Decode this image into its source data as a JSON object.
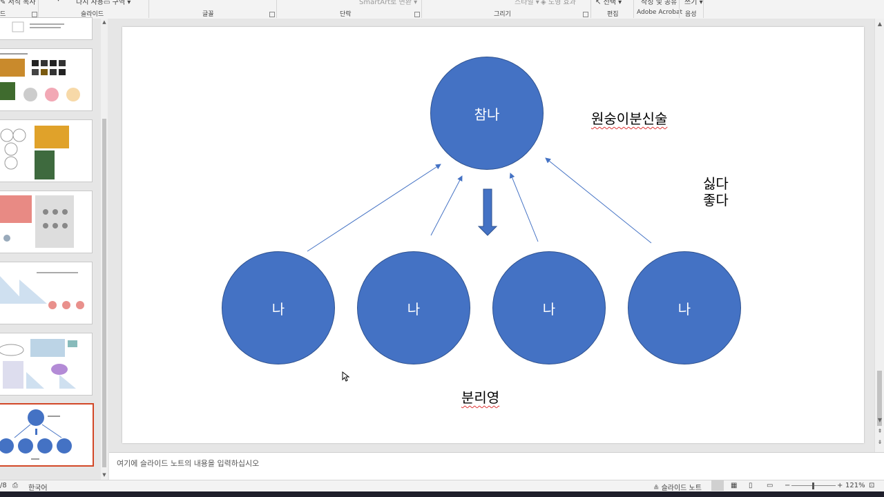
{
  "ribbon": {
    "clipboard": {
      "format_painter": "서식 복사",
      "group": "슬라이드",
      "group_prefix": "드"
    },
    "slides": {
      "reuse": "다시 사용",
      "section": "구역"
    },
    "font": {
      "group": "글꼴"
    },
    "paragraph": {
      "group": "단락",
      "smartart": "SmartArt로 변환"
    },
    "drawing": {
      "group": "그리기",
      "styles": "스타일",
      "effects": "도형 효과"
    },
    "editing": {
      "group": "편집",
      "select": "선택"
    },
    "acrobat": {
      "create_share": "작성 및 공유",
      "group": "Adobe Acrobat"
    },
    "voice": {
      "dictate": "쓰기",
      "group": "음성"
    }
  },
  "slide": {
    "top_circle": "참나",
    "bottom_circles": [
      "나",
      "나",
      "나",
      "나"
    ],
    "label_top_right": "원숭이분신술",
    "label_right_line1": "싫다",
    "label_right_line2": "좋다",
    "label_bottom": "분리영"
  },
  "colors": {
    "circle_fill": "#4472c4",
    "circle_border": "#2f528f",
    "active_thumb_border": "#d24726"
  },
  "notes": {
    "placeholder": "여기에 슬라이드 노트의 내용을 입력하십시오"
  },
  "status": {
    "slide_index": "/8",
    "language": "한국어",
    "notes_button": "슬라이드 노트",
    "zoom": "121%"
  }
}
